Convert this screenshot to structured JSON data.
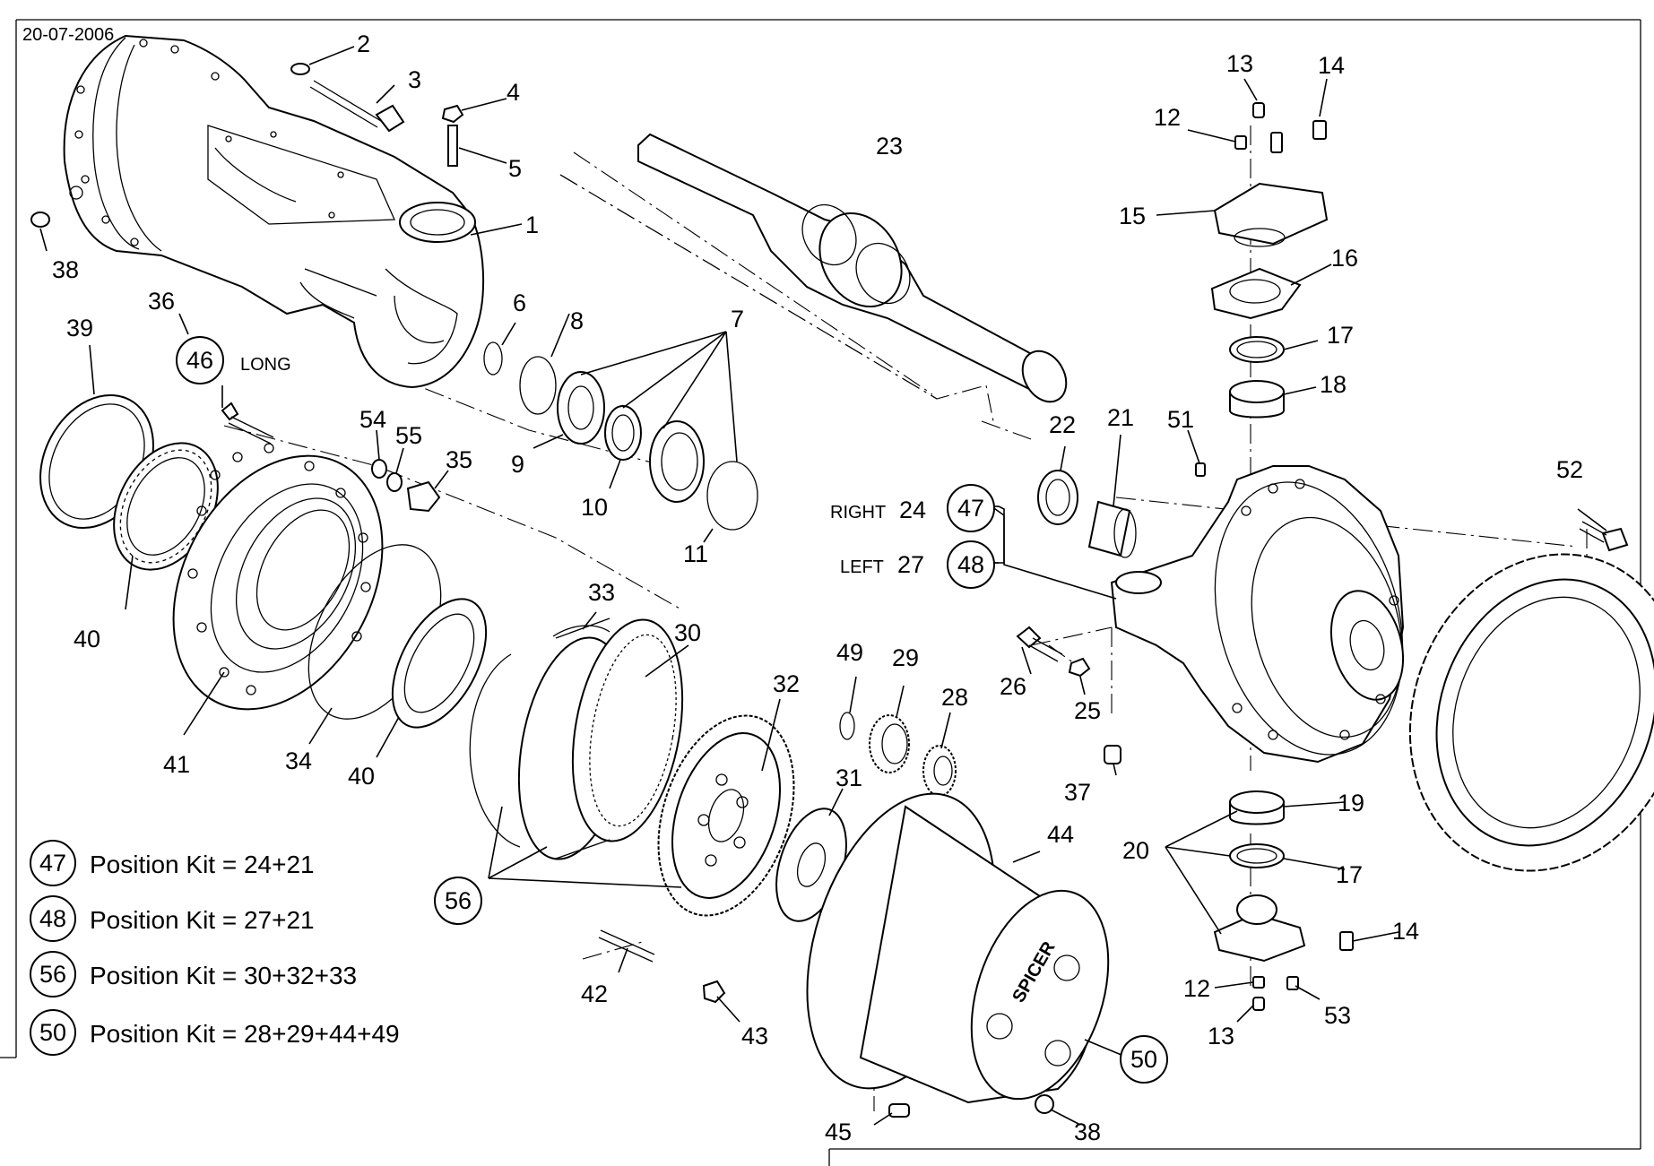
{
  "date": "20-07-2006",
  "numbers": {
    "n1": "1",
    "n2": "2",
    "n3": "3",
    "n4": "4",
    "n5": "5",
    "n6": "6",
    "n7": "7",
    "n8": "8",
    "n9": "9",
    "n10": "10",
    "n11": "11",
    "n12a": "12",
    "n12b": "12",
    "n13a": "13",
    "n13b": "13",
    "n14a": "14",
    "n14b": "14",
    "n15": "15",
    "n16": "16",
    "n17a": "17",
    "n17b": "17",
    "n18": "18",
    "n19": "19",
    "n20": "20",
    "n21": "21",
    "n22": "22",
    "n23": "23",
    "n25": "25",
    "n26": "26",
    "n28": "28",
    "n29": "29",
    "n30": "30",
    "n31": "31",
    "n32": "32",
    "n33": "33",
    "n34": "34",
    "n35": "35",
    "n36": "36",
    "n37": "37",
    "n38a": "38",
    "n38b": "38",
    "n39": "39",
    "n40a": "40",
    "n40b": "40",
    "n41": "41",
    "n42": "42",
    "n43": "43",
    "n44": "44",
    "n45": "45",
    "n49": "49",
    "n51": "51",
    "n52": "52",
    "n53": "53",
    "n54": "54",
    "n55": "55"
  },
  "callouts": {
    "c46": "46",
    "c47": "47",
    "c48": "48",
    "c56": "56",
    "c50": "50",
    "legend47": "47",
    "legend48": "48",
    "legend56": "56",
    "legend50": "50"
  },
  "notes": {
    "long": "LONG",
    "right": "RIGHT",
    "right_num": "24",
    "left": "LEFT",
    "left_num": "27"
  },
  "legend": [
    {
      "id": "47",
      "text": "Position Kit = 24+21"
    },
    {
      "id": "48",
      "text": "Position Kit = 27+21"
    },
    {
      "id": "56",
      "text": "Position Kit = 30+32+33"
    },
    {
      "id": "50",
      "text": "Position Kit = 28+29+44+49"
    }
  ],
  "brand_mark": "SPICER"
}
